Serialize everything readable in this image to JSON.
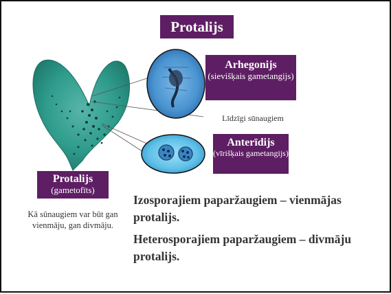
{
  "title": "Protalijs",
  "archegonium": {
    "name": "Arhegonijs",
    "desc": "(sievišķais gametangijs)"
  },
  "archegonium_note": "Līdzīgi sūnaugiem",
  "antheridium": {
    "name": "Anterīdijs",
    "desc": "(vīrišķais gametangijs)"
  },
  "prothallus": {
    "name": "Protalijs",
    "desc": "(gametofīts)"
  },
  "prothallus_note": "Kā sūnaugiem var būt gan vienmāju, gan divmāju.",
  "statements": {
    "isosporous": "Izosporajiem paparžaugiem – vienmājas protalijs.",
    "heterosporous": "Heterosporajiem paparžaugiem – divmāju protalijs."
  },
  "colors": {
    "label_bg": "#5e1e63",
    "plant": "#2f9c8c",
    "photo_bg": "#5aa0d8"
  }
}
